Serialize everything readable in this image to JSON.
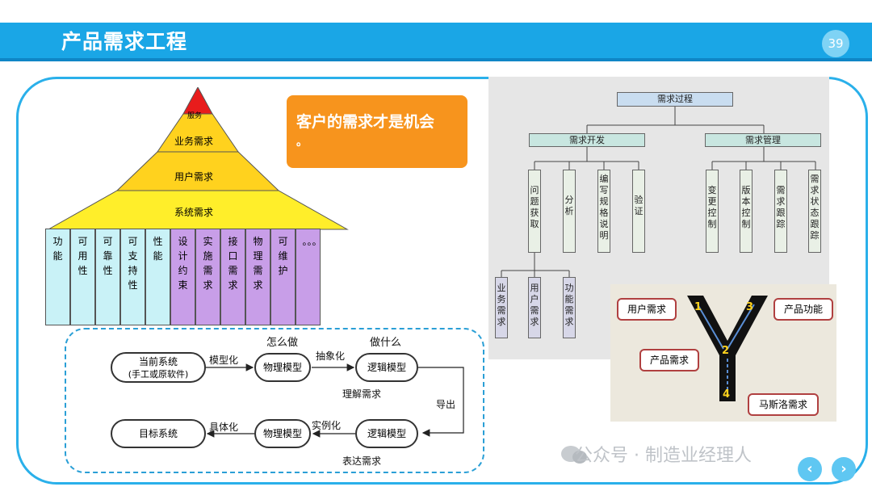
{
  "header": {
    "title": "产品需求工程",
    "page_number": "39"
  },
  "pyramid": {
    "levels": [
      "服务",
      "业务需求",
      "用户需求",
      "系统需求"
    ],
    "columns": [
      "功能",
      "可用性",
      "可靠性",
      "可支持性",
      "性能",
      "设计约束",
      "实施需求",
      "接口需求",
      "物理需求",
      "可维护",
      "。。。"
    ]
  },
  "callout_card": {
    "text": "客户的需求才是机会",
    "suffix": "。"
  },
  "requirements_tree": {
    "root": "需求过程",
    "dev": "需求开发",
    "mgmt": "需求管理",
    "dev_children": [
      "问题获取",
      "分析",
      "编写规格说明",
      "验证"
    ],
    "mgmt_children": [
      "变更控制",
      "版本控制",
      "需求跟踪",
      "需求状态跟踪"
    ],
    "acquire_children": [
      "业务需求",
      "用户需求",
      "功能需求"
    ]
  },
  "y_model": {
    "labels": [
      "用户需求",
      "产品功能",
      "产品需求",
      "马斯洛需求"
    ],
    "numbers": [
      "1",
      "2",
      "3",
      "4"
    ]
  },
  "flow": {
    "current_system": "当前系统",
    "current_system_sub": "(手工或原软件)",
    "physical_model": "物理模型",
    "logical_model": "逻辑模型",
    "target_system": "目标系统",
    "how": "怎么做",
    "what": "做什么",
    "modeling": "模型化",
    "abstraction": "抽象化",
    "understand": "理解需求",
    "export": "导出",
    "instantiate": "实例化",
    "concretize": "具体化",
    "express": "表达需求"
  },
  "watermark": "公众号 · 制造业经理人",
  "nav": {
    "prev": "‹",
    "next": "›"
  }
}
